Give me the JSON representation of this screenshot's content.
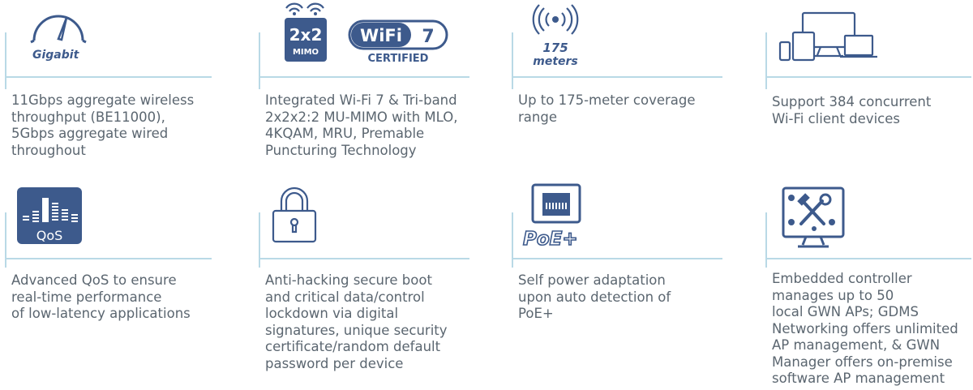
{
  "colors": {
    "icon_blue": "#3d5a8c",
    "divider": "#b9d9e6",
    "text": "#5b6670"
  },
  "features": [
    {
      "icon": "gigabit-speedometer-icon",
      "icon_label": "Gigabit",
      "text": "11Gbps aggregate wireless\nthroughput (BE11000),\n5Gbps aggregate wired\nthroughout"
    },
    {
      "icon": "wifi7-mimo-icon",
      "mimo_label": "2x2",
      "mimo_sub": "MIMO",
      "wifi_label": "WiFi",
      "wifi_number": "7",
      "certified_label": "CERTIFIED",
      "text": "Integrated Wi-Fi 7 & Tri-band\n2x2x2:2 MU-MIMO with MLO,\n4KQAM, MRU, Premable\nPuncturing Technology"
    },
    {
      "icon": "coverage-antenna-icon",
      "range_value": "175",
      "range_unit": "meters",
      "text": "Up to 175-meter coverage\nrange"
    },
    {
      "icon": "devices-icon",
      "text": "Support 384 concurrent\nWi-Fi client devices"
    },
    {
      "icon": "qos-equalizer-icon",
      "qos_label": "QoS",
      "text": "Advanced QoS to ensure\nreal-time performance\nof low-latency applications"
    },
    {
      "icon": "padlock-icon",
      "text": "Anti-hacking secure boot\nand critical data/control\nlockdown via digital\nsignatures, unique security\ncertificate/random default\npassword per device"
    },
    {
      "icon": "poe-port-icon",
      "poe_label": "PoE+",
      "text": "Self power adaptation\nupon auto detection of\nPoE+"
    },
    {
      "icon": "controller-tools-icon",
      "text": "Embedded controller\nmanages up to 50\nlocal GWN APs; GDMS\nNetworking offers unlimited\nAP management, & GWN\nManager offers on-premise\nsoftware AP management"
    }
  ]
}
